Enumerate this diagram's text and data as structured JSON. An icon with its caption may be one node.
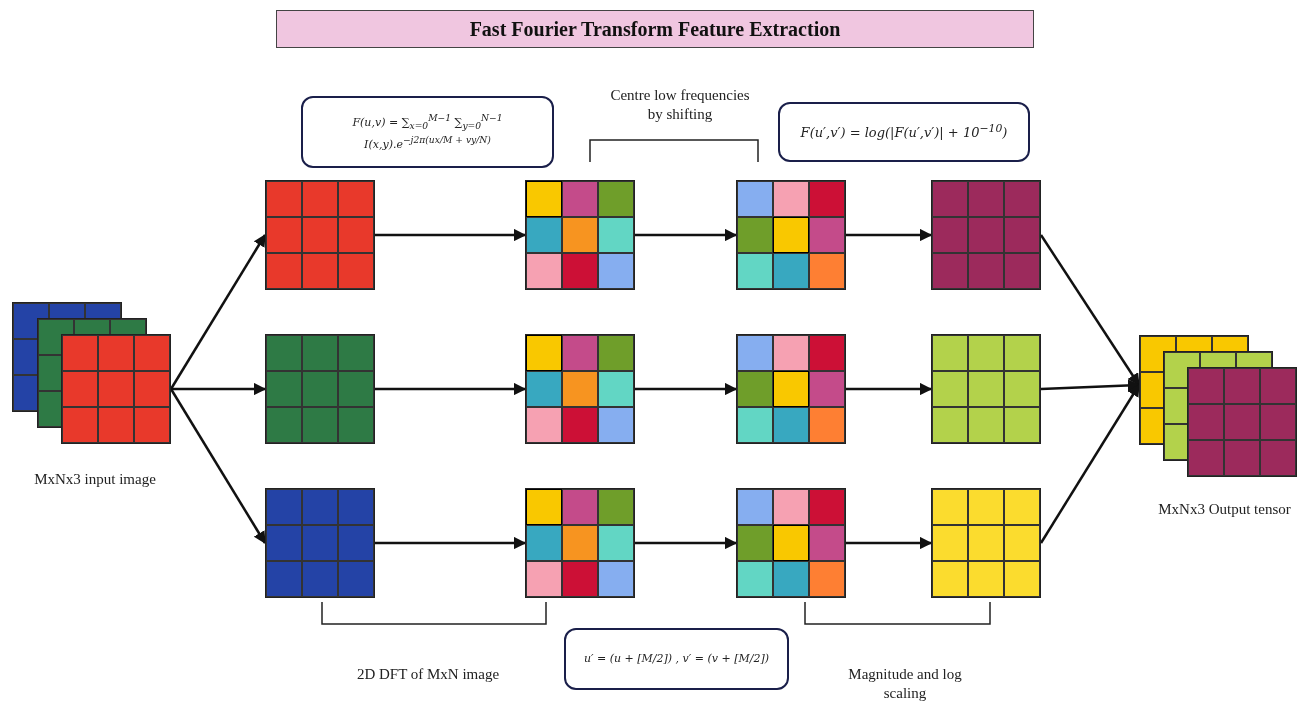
{
  "diagram": {
    "title": "Fast Fourier Transform Feature Extraction",
    "nodes": [
      {
        "text": [],
        "shape": "box",
        "beside": [
          "MxNx3 input image"
        ]
      },
      {
        "text": [],
        "shape": "box"
      },
      {
        "text": [],
        "shape": "box"
      },
      {
        "text": [],
        "shape": "box"
      },
      {
        "text": [],
        "shape": "box"
      },
      {
        "text": [],
        "shape": "box"
      },
      {
        "text": [],
        "shape": "box"
      },
      {
        "text": [],
        "shape": "box"
      },
      {
        "text": [],
        "shape": "box"
      },
      {
        "text": [],
        "shape": "box"
      },
      {
        "text": [],
        "shape": "box"
      },
      {
        "text": [],
        "shape": "box"
      },
      {
        "text": [],
        "shape": "box"
      },
      {
        "text": [],
        "shape": "box",
        "beside": [
          "MxNx3 Output tensor"
        ]
      },
      {
        "text": [
          "F(u,v) = ∑$_{x=0}$$^{M−1}$ ∑$_{y=0}$$^{N−1}$ I(x,y).e$^{−j2π(ux/M + vy/N)}$"
        ]
      },
      {
        "text": [
          "F(u′,v′) = log(|F(u′,v′)| + 10$^{−10}$)"
        ]
      },
      {
        "text": [
          "u′ = (u + [M/2]) , v′ = (v + [M/2])"
        ]
      }
    ],
    "edges": [
      {
        "from": 0,
        "to": 1,
        "arrow": "to"
      },
      {
        "from": 0,
        "to": 2,
        "arrow": "to"
      },
      {
        "from": 0,
        "to": 3,
        "arrow": "to"
      },
      {
        "from": 1,
        "to": 4,
        "arrow": "to"
      },
      {
        "from": 2,
        "to": 5,
        "arrow": "to"
      },
      {
        "from": 3,
        "to": 6,
        "arrow": "to"
      },
      {
        "from": 4,
        "to": 7,
        "arrow": "to"
      },
      {
        "from": 5,
        "to": 8,
        "arrow": "to"
      },
      {
        "from": 6,
        "to": 9,
        "arrow": "to"
      },
      {
        "from": 7,
        "to": 10,
        "arrow": "to"
      },
      {
        "from": 8,
        "to": 11,
        "arrow": "to"
      },
      {
        "from": 9,
        "to": 12,
        "arrow": "to"
      },
      {
        "from": 10,
        "to": 13,
        "arrow": "to"
      },
      {
        "from": 11,
        "to": 13,
        "arrow": "to"
      },
      {
        "from": 12,
        "to": 13,
        "arrow": "to"
      }
    ],
    "labels": [
      "Centre low frequencies by shifting",
      "2D DFT of MxN image",
      "Magnitude and log scaling"
    ]
  }
}
